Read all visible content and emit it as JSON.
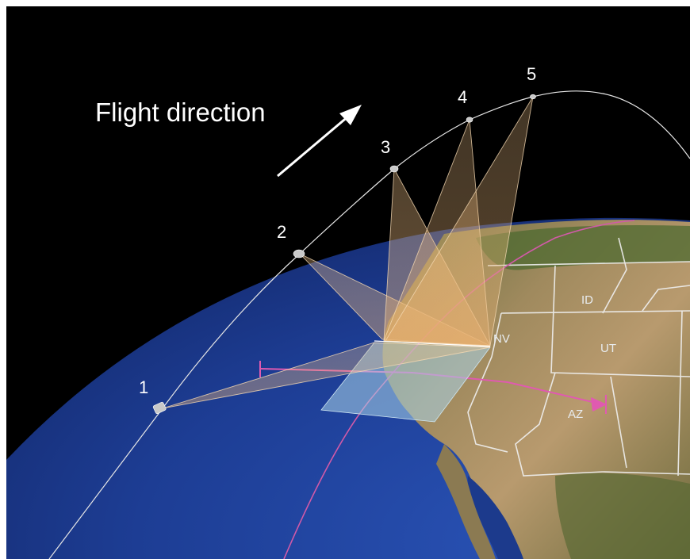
{
  "title": "Flight direction",
  "positions": [
    {
      "label": "1"
    },
    {
      "label": "2"
    },
    {
      "label": "3"
    },
    {
      "label": "4"
    },
    {
      "label": "5"
    }
  ],
  "state_labels": [
    {
      "label": "ID"
    },
    {
      "label": "NV"
    },
    {
      "label": "UT"
    },
    {
      "label": "AZ"
    }
  ],
  "colors": {
    "space": "#000000",
    "ocean": "#1c3a8c",
    "land": "#8a7a55",
    "footprint_fan": "#f0b878",
    "ground_swath": "#a9d4e8",
    "ground_track": "#d15aa8",
    "orbit": "#e6e6e6"
  }
}
